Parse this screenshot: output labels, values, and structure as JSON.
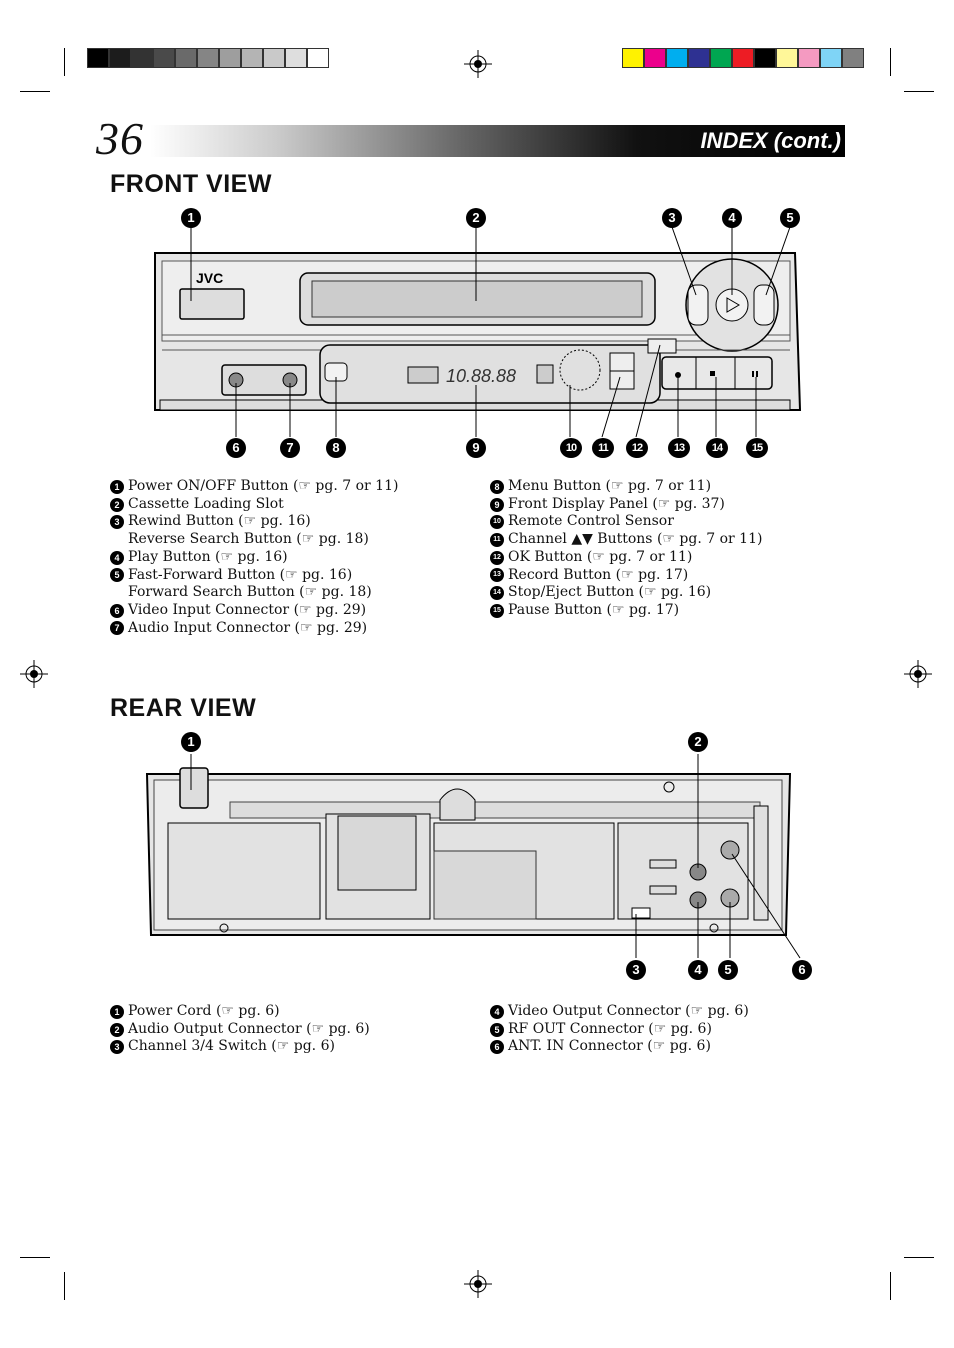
{
  "page": {
    "number": "36",
    "header_title": "INDEX (cont.)"
  },
  "colors": {
    "gray_swatches": [
      "#000000",
      "#1c1c1c",
      "#333333",
      "#4a4a4a",
      "#6a6a6a",
      "#858585",
      "#9e9e9e",
      "#b4b4b4",
      "#c9c9c9",
      "#dedede",
      "#ffffff"
    ],
    "color_swatches": [
      "#fff200",
      "#ec008c",
      "#00aeef",
      "#2e3192",
      "#00a651",
      "#ed1c24",
      "#000000",
      "#fff799",
      "#f49ac1",
      "#7fd4f6",
      "#808080"
    ]
  },
  "front_view": {
    "title": "FRONT VIEW",
    "brand": "JVC",
    "callouts_top": [
      "1",
      "2",
      "3",
      "4",
      "5"
    ],
    "callouts_bottom": [
      "6",
      "7",
      "8",
      "9",
      "10",
      "11",
      "12",
      "13",
      "14",
      "15"
    ],
    "list_left": [
      {
        "n": "1",
        "text": "Power ON/OFF Button (☞ pg. 7 or 11)"
      },
      {
        "n": "2",
        "text": "Cassette Loading Slot"
      },
      {
        "n": "3",
        "text": "Rewind Button (☞ pg. 16)"
      },
      {
        "n": "",
        "text": "Reverse Search Button (☞ pg. 18)"
      },
      {
        "n": "4",
        "text": "Play Button (☞ pg. 16)"
      },
      {
        "n": "5",
        "text": "Fast-Forward Button (☞ pg. 16)"
      },
      {
        "n": "",
        "text": "Forward Search Button (☞ pg. 18)"
      },
      {
        "n": "6",
        "text": "Video Input Connector (☞ pg. 29)"
      },
      {
        "n": "7",
        "text": "Audio Input Connector (☞ pg. 29)"
      }
    ],
    "list_right": [
      {
        "n": "8",
        "text": "Menu Button (☞ pg. 7 or 11)"
      },
      {
        "n": "9",
        "text": "Front Display Panel (☞ pg. 37)"
      },
      {
        "n": "10",
        "text": "Remote Control Sensor"
      },
      {
        "n": "11",
        "text": "Channel ▲▼ Buttons (☞ pg. 7 or 11)"
      },
      {
        "n": "12",
        "text": "OK Button (☞ pg. 7 or 11)"
      },
      {
        "n": "13",
        "text": "Record Button (☞ pg. 17)"
      },
      {
        "n": "14",
        "text": "Stop/Eject Button (☞ pg. 16)"
      },
      {
        "n": "15",
        "text": "Pause Button (☞ pg. 17)"
      }
    ]
  },
  "rear_view": {
    "title": "REAR VIEW",
    "callouts_top": [
      "1",
      "2"
    ],
    "callouts_bottom": [
      "3",
      "4",
      "5",
      "6"
    ],
    "list_left": [
      {
        "n": "1",
        "text": "Power Cord (☞ pg. 6)"
      },
      {
        "n": "2",
        "text": "Audio Output Connector (☞ pg. 6)"
      },
      {
        "n": "3",
        "text": "Channel 3/4 Switch (☞ pg. 6)"
      }
    ],
    "list_right": [
      {
        "n": "4",
        "text": "Video Output Connector (☞ pg. 6)"
      },
      {
        "n": "5",
        "text": "RF OUT Connector (☞ pg. 6)"
      },
      {
        "n": "6",
        "text": "ANT. IN Connector (☞ pg. 6)"
      }
    ]
  }
}
